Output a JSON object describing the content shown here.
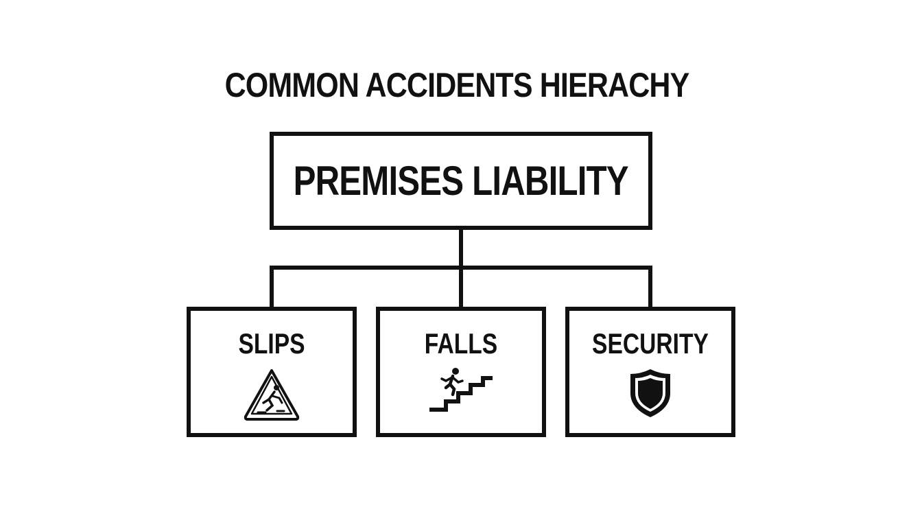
{
  "diagram": {
    "title": "COMMON ACCIDENTS HIERACHY",
    "root": {
      "label": "PREMISES LIABILITY"
    },
    "children": [
      {
        "label": "SLIPS",
        "icon": "wet-floor-warning-icon"
      },
      {
        "label": "FALLS",
        "icon": "person-falling-stairs-icon"
      },
      {
        "label": "SECURITY",
        "icon": "shield-icon"
      }
    ],
    "colors": {
      "stroke": "#111111",
      "background": "#ffffff"
    }
  }
}
